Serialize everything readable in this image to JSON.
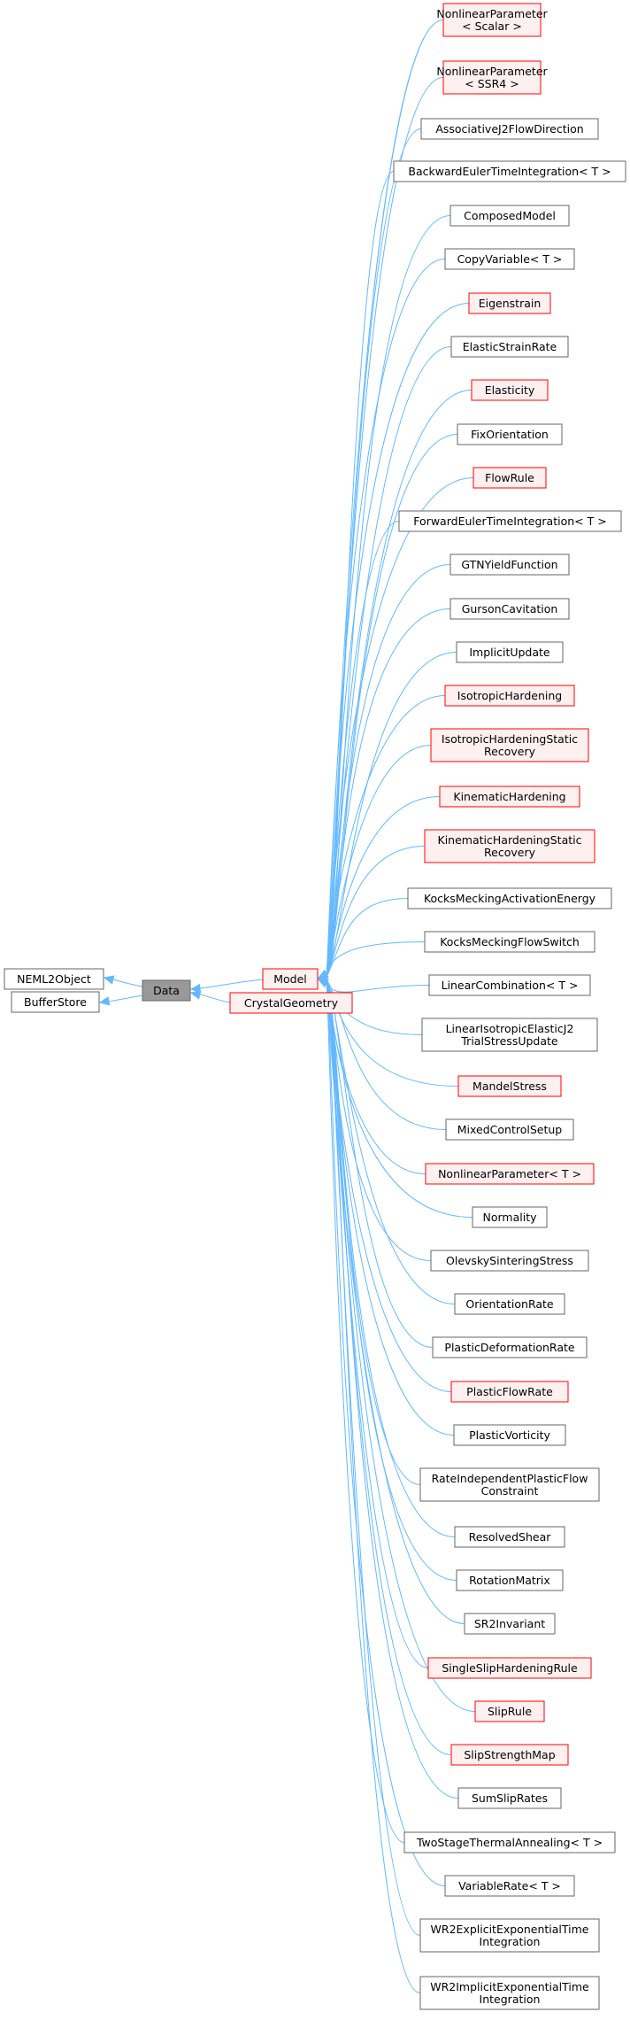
{
  "colors": {
    "edge": "#63b8ff",
    "node_border": "#666666",
    "node_border_red": "#ff0000",
    "node_fill": "#ffffff",
    "node_fill_red": "#fff0f0",
    "current_fill": "#999999"
  },
  "base_classes": [
    {
      "label": "NEML2Object",
      "style": "plain"
    },
    {
      "label": "BufferStore",
      "style": "plain"
    }
  ],
  "current": {
    "label": "Data",
    "style": "current"
  },
  "children": [
    {
      "label": "Model",
      "style": "red"
    },
    {
      "label": "CrystalGeometry",
      "style": "red"
    }
  ],
  "model_subclasses": [
    {
      "label": "NonlinearParameter\n< Scalar >",
      "style": "red"
    },
    {
      "label": "NonlinearParameter\n< SSR4 >",
      "style": "red"
    },
    {
      "label": "AssociativeJ2FlowDirection",
      "style": "plain"
    },
    {
      "label": "BackwardEulerTimeIntegration< T >",
      "style": "plain"
    },
    {
      "label": "ComposedModel",
      "style": "plain"
    },
    {
      "label": "CopyVariable< T >",
      "style": "plain"
    },
    {
      "label": "Eigenstrain",
      "style": "red"
    },
    {
      "label": "ElasticStrainRate",
      "style": "plain"
    },
    {
      "label": "Elasticity",
      "style": "red"
    },
    {
      "label": "FixOrientation",
      "style": "plain"
    },
    {
      "label": "FlowRule",
      "style": "red"
    },
    {
      "label": "ForwardEulerTimeIntegration< T >",
      "style": "plain"
    },
    {
      "label": "GTNYieldFunction",
      "style": "plain"
    },
    {
      "label": "GursonCavitation",
      "style": "plain"
    },
    {
      "label": "ImplicitUpdate",
      "style": "plain"
    },
    {
      "label": "IsotropicHardening",
      "style": "red"
    },
    {
      "label": "IsotropicHardeningStatic\nRecovery",
      "style": "red"
    },
    {
      "label": "KinematicHardening",
      "style": "red"
    },
    {
      "label": "KinematicHardeningStatic\nRecovery",
      "style": "red"
    },
    {
      "label": "KocksMeckingActivationEnergy",
      "style": "plain"
    },
    {
      "label": "KocksMeckingFlowSwitch",
      "style": "plain"
    },
    {
      "label": "LinearCombination< T >",
      "style": "plain"
    },
    {
      "label": "LinearIsotropicElasticJ2\nTrialStressUpdate",
      "style": "plain"
    },
    {
      "label": "MandelStress",
      "style": "red"
    },
    {
      "label": "MixedControlSetup",
      "style": "plain"
    },
    {
      "label": "NonlinearParameter< T >",
      "style": "red"
    },
    {
      "label": "Normality",
      "style": "plain"
    },
    {
      "label": "OlevskySinteringStress",
      "style": "plain"
    },
    {
      "label": "OrientationRate",
      "style": "plain"
    },
    {
      "label": "PlasticDeformationRate",
      "style": "plain"
    },
    {
      "label": "PlasticFlowRate",
      "style": "red"
    },
    {
      "label": "PlasticVorticity",
      "style": "plain"
    },
    {
      "label": "RateIndependentPlasticFlow\nConstraint",
      "style": "plain"
    },
    {
      "label": "ResolvedShear",
      "style": "plain"
    },
    {
      "label": "RotationMatrix",
      "style": "plain"
    },
    {
      "label": "SR2Invariant",
      "style": "plain"
    },
    {
      "label": "SingleSlipHardeningRule",
      "style": "red"
    },
    {
      "label": "SlipRule",
      "style": "red"
    },
    {
      "label": "SlipStrengthMap",
      "style": "red"
    },
    {
      "label": "SumSlipRates",
      "style": "plain"
    },
    {
      "label": "TwoStageThermalAnnealing< T >",
      "style": "plain"
    },
    {
      "label": "VariableRate< T >",
      "style": "plain"
    },
    {
      "label": "WR2ExplicitExponentialTime\nIntegration",
      "style": "plain"
    },
    {
      "label": "WR2ImplicitExponentialTime\nIntegration",
      "style": "plain"
    }
  ]
}
